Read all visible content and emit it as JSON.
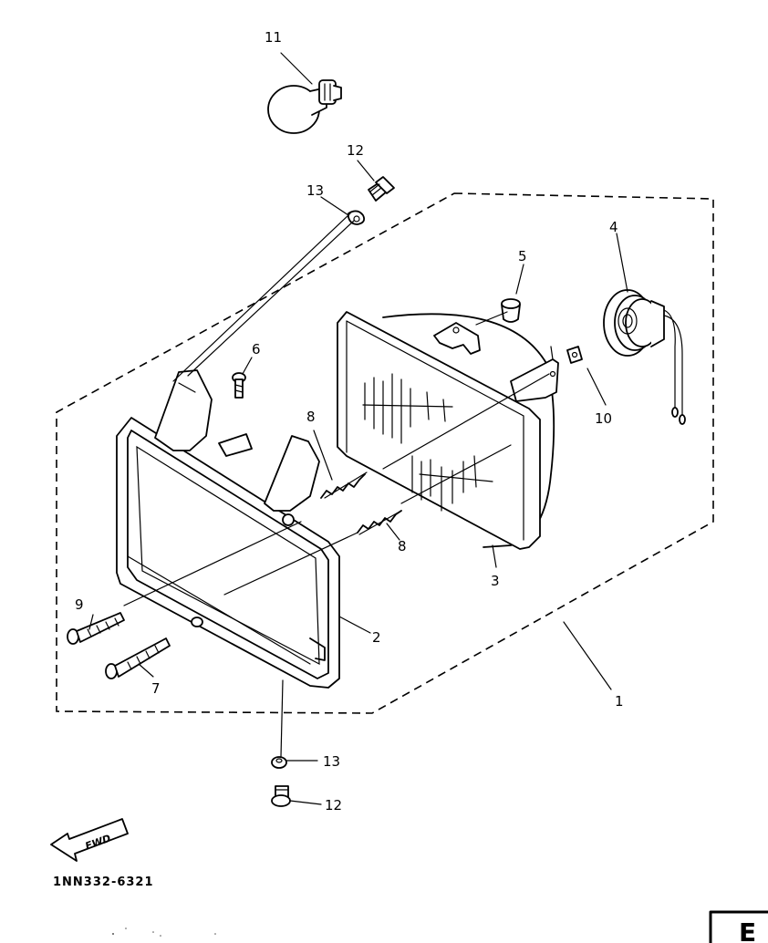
{
  "callouts": {
    "c1": "1",
    "c2": "2",
    "c3": "3",
    "c4": "4",
    "c5": "5",
    "c6": "6",
    "c7": "7",
    "c8a": "8",
    "c8b": "8",
    "c9": "9",
    "c10": "10",
    "c11": "11",
    "c12a": "12",
    "c12b": "12",
    "c13a": "13",
    "c13b": "13"
  },
  "fwd_label": "FWD",
  "diagram_code": "1NN332-6321",
  "sheet_letter": "E"
}
